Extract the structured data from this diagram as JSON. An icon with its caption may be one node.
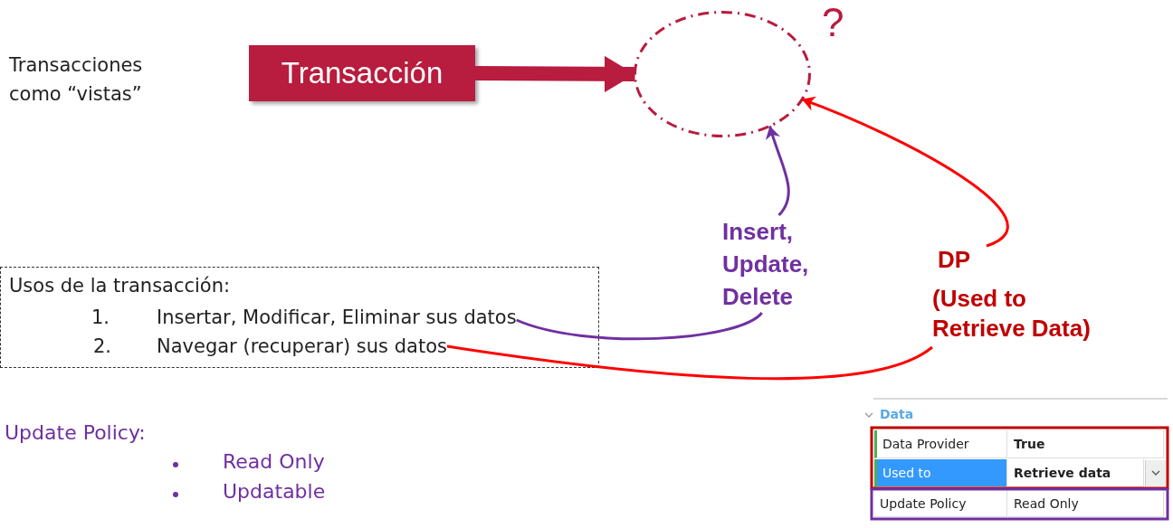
{
  "diagram": {
    "nodes": [
      {
        "text": [
          "Transacción"
        ]
      },
      {
        "text": [],
        "shape": "circle",
        "beside": [
          "?"
        ]
      },
      {
        "text": [
          "Usos de la transacción:"
        ]
      },
      {
        "text": [
          "1.",
          "Insertar, Modificar, Eliminar sus datos"
        ],
        "in": 2
      },
      {
        "text": [
          "2.",
          "Navegar (recuperar) sus datos"
        ],
        "in": 2
      },
      {
        "text": [
          "Insert, Update, Delete"
        ]
      },
      {
        "text": [
          "DP",
          "(Used to Retrieve Data)"
        ]
      }
    ],
    "edges": [
      {
        "from": 0,
        "to": 1,
        "arrow": "to",
        "style": "thick",
        "color": "#b81c3e"
      },
      {
        "from": 3,
        "to": 5,
        "arrow": "none",
        "color": "#7030a0"
      },
      {
        "from": 5,
        "to": 1,
        "arrow": "to",
        "color": "#7030a0"
      },
      {
        "from": 4,
        "to": 6,
        "arrow": "none",
        "color": "#ff0000"
      },
      {
        "from": 6,
        "to": 1,
        "arrow": "to",
        "color": "#ff0000"
      }
    ],
    "labels": [
      "Transacciones como “vistas”",
      "Update Policy:",
      "Read Only",
      "Updatable",
      "Data",
      "Data Provider",
      "True",
      "Used to",
      "Retrieve data",
      "Update Policy",
      "Read Only"
    ]
  }
}
